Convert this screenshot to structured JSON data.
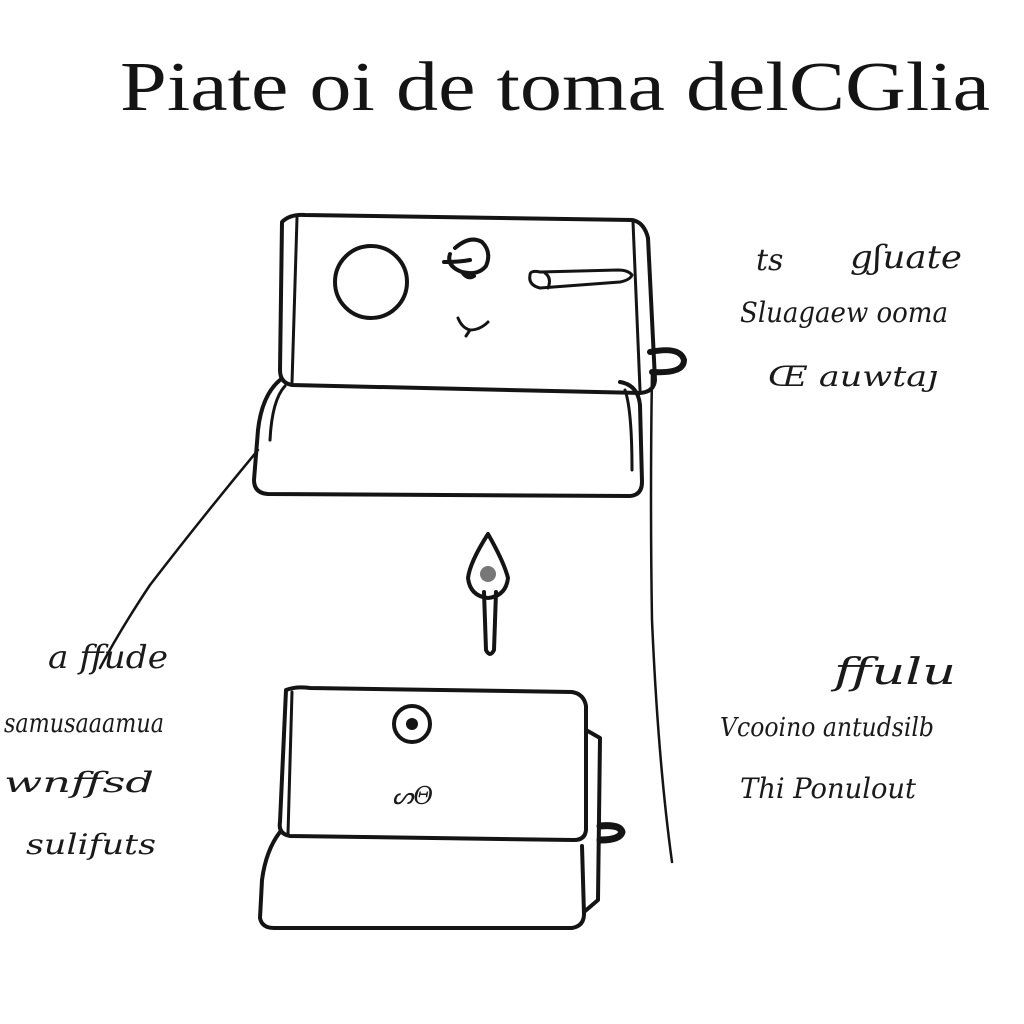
{
  "title": "Piate oi de toma delCGlia",
  "annotations": {
    "top_right": {
      "line1_a": "ts",
      "line1_b": "gʃuate",
      "line2": "Sluagaew ooma",
      "line3": "Œ auwtaȷ"
    },
    "left": {
      "line1": "a ffude",
      "line2": "samusaaamua",
      "line3": "wnffsd",
      "line4": "sulifuts"
    },
    "right": {
      "line1": "ffulu",
      "line2": "Vcooino antudsilb",
      "line3": "Thi Ponulout"
    }
  },
  "lower_device": {
    "label": "ᔕΘ"
  },
  "colors": {
    "ink": "#141414",
    "paper": "#ffffff"
  }
}
